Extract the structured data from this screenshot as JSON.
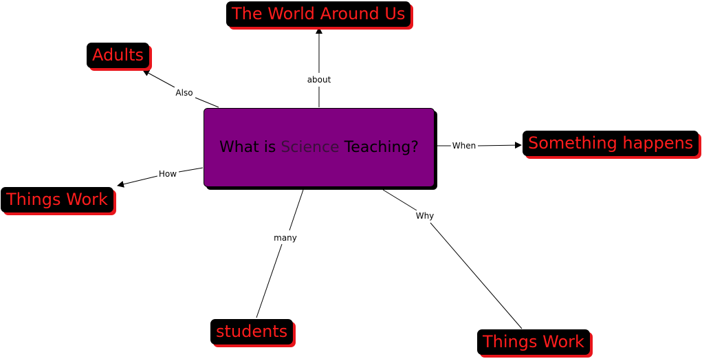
{
  "center": {
    "before": "What is ",
    "highlight": "Science",
    "after": " Teaching?",
    "fill": "#800080"
  },
  "nodes": [
    {
      "id": "world",
      "text": "The World Around Us"
    },
    {
      "id": "adults",
      "text": "Adults"
    },
    {
      "id": "something",
      "text": "Something happens"
    },
    {
      "id": "things-left",
      "text": "Things Work"
    },
    {
      "id": "students",
      "text": "students"
    },
    {
      "id": "things-right",
      "text": "Things Work"
    }
  ],
  "links": [
    {
      "id": "about",
      "label": "about",
      "arrow": true
    },
    {
      "id": "also",
      "label": "Also",
      "arrow": true
    },
    {
      "id": "when",
      "label": "When",
      "arrow": true
    },
    {
      "id": "how",
      "label": "How",
      "arrow": true
    },
    {
      "id": "many",
      "label": "many",
      "arrow": false
    },
    {
      "id": "why",
      "label": "Why",
      "arrow": false
    }
  ],
  "colors": {
    "node_text": "#ff1d1d",
    "node_shadow": "#e8151b",
    "node_bg": "#000000"
  }
}
